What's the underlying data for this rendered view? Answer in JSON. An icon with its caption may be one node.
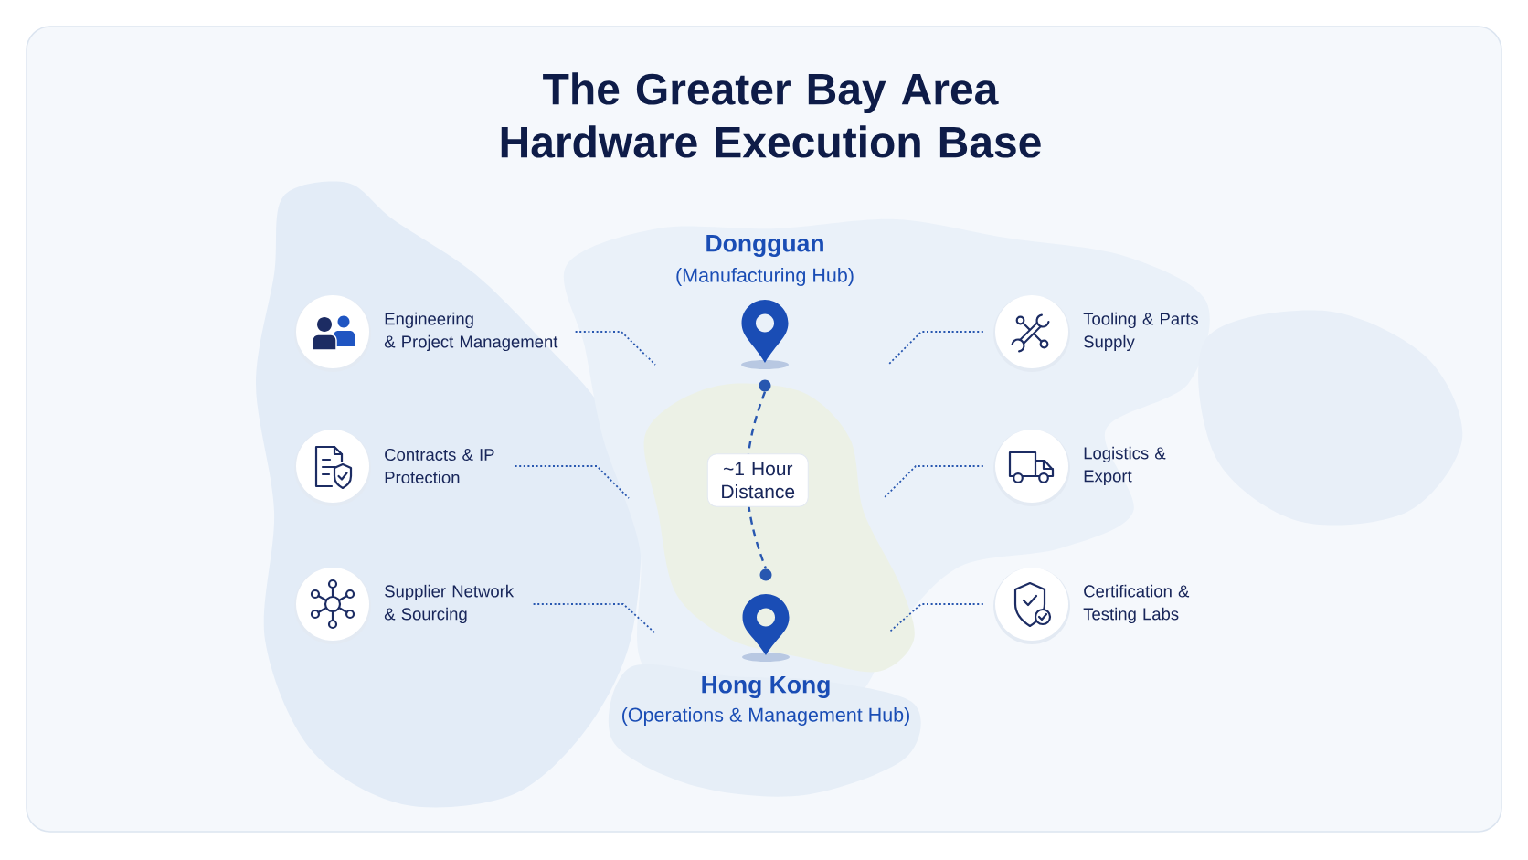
{
  "diagram": {
    "title": "The Greater Bay Area Hardware Execution Base",
    "nodes": [
      {
        "text": [
          "Dongguan",
          "(Manufacturing Hub)"
        ]
      },
      {
        "text": [
          "Engineering & Project Management"
        ]
      },
      {
        "text": [
          "Tooling & Parts Supply"
        ]
      },
      {
        "text": [
          "Contracts & IP Protection"
        ]
      },
      {
        "text": [
          "Logistics & Export"
        ]
      },
      {
        "text": [
          "Supplier Network & Sourcing"
        ]
      },
      {
        "text": [
          "Certification & Testing Labs"
        ]
      },
      {
        "text": [
          "Hong Kong",
          "(Operations & Management Hub)"
        ]
      }
    ],
    "edges": [
      {
        "from": 0,
        "to": 7,
        "arrow": "none",
        "style": "dashed",
        "label": "~1 Hour Distance"
      },
      {
        "from": 1,
        "to": null,
        "arrow": "none",
        "style": "dashed"
      },
      {
        "from": 2,
        "to": null,
        "arrow": "none",
        "style": "dashed"
      },
      {
        "from": 3,
        "to": null,
        "arrow": "none",
        "style": "dashed"
      },
      {
        "from": 4,
        "to": null,
        "arrow": "none",
        "style": "dashed"
      },
      {
        "from": 5,
        "to": 7,
        "arrow": "none",
        "style": "dashed"
      },
      {
        "from": 6,
        "to": 7,
        "arrow": "none",
        "style": "dashed"
      }
    ]
  }
}
